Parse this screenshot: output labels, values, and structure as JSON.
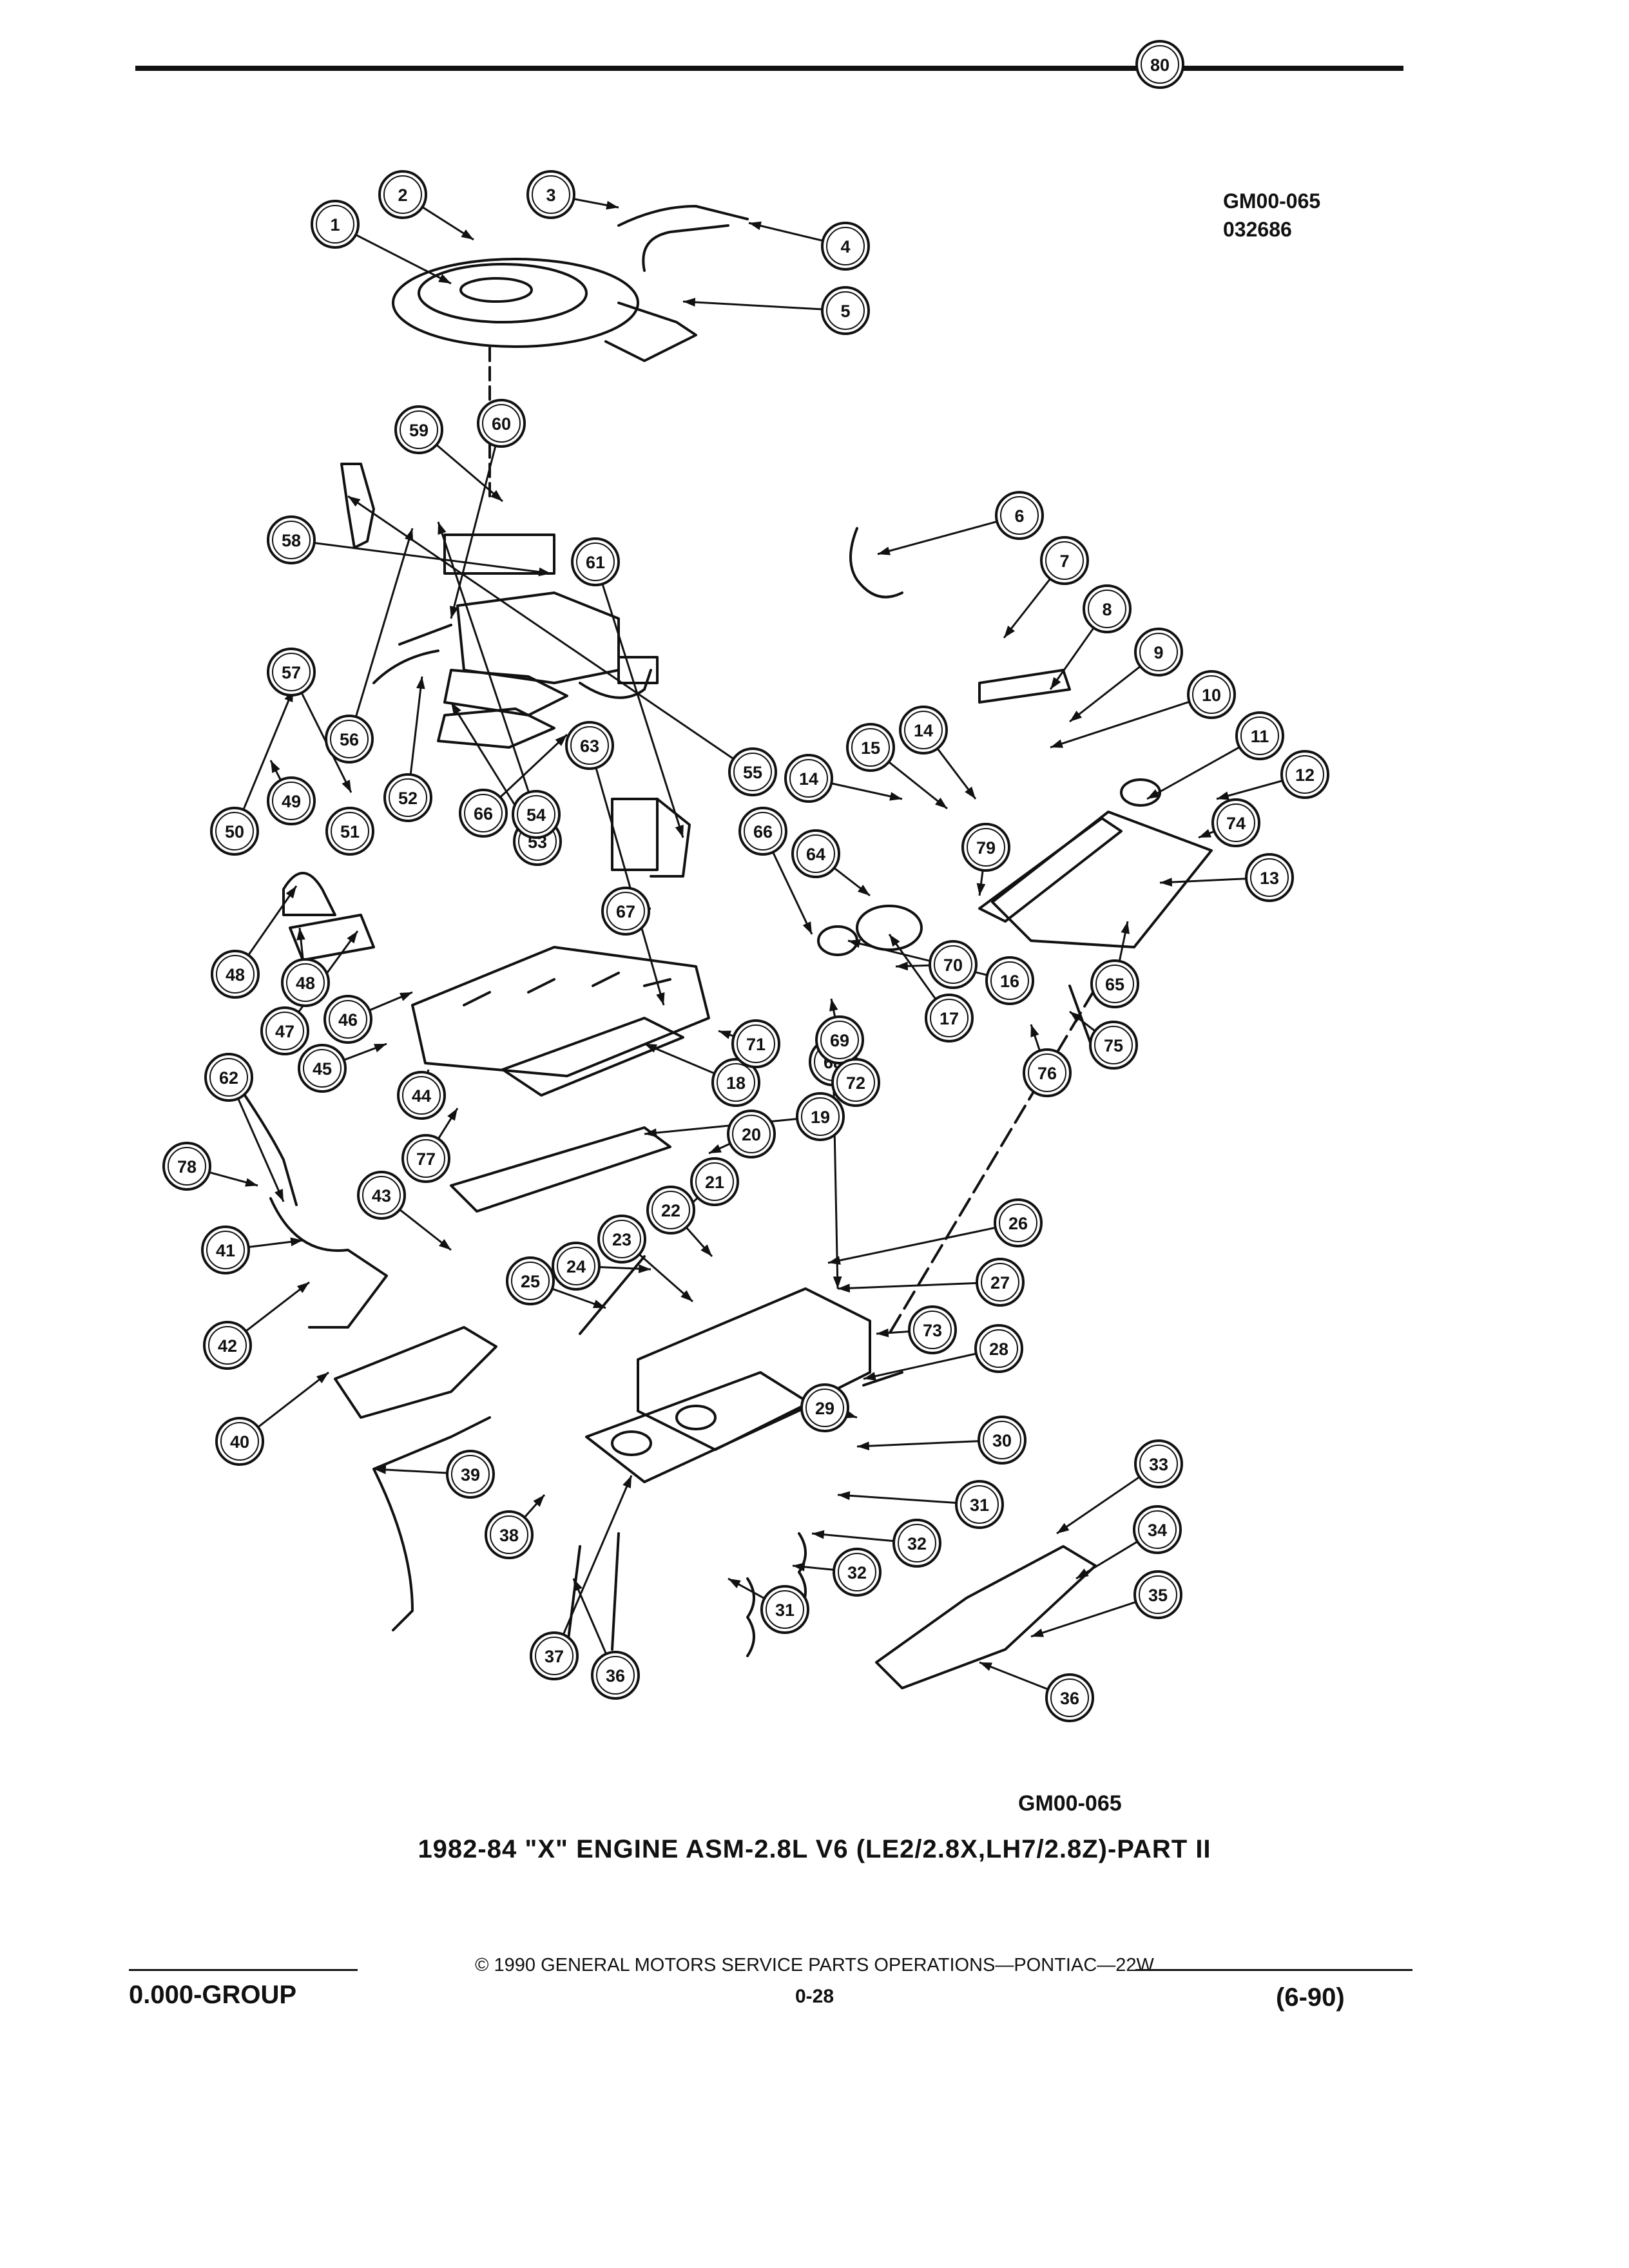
{
  "ref_code_top": "GM00-065",
  "ref_date_code": "032686",
  "caption_code": "GM00-065",
  "caption_title": "1982-84 \"X\" ENGINE ASM-2.8L V6 (LE2/2.8X,LH7/2.8Z)-PART II",
  "footer": {
    "copyright": "© 1990 GENERAL MOTORS SERVICE PARTS OPERATIONS—PONTIAC—22W",
    "group": "0.000-GROUP",
    "page": "0-28",
    "date": "(6-90)"
  },
  "callouts": [
    "1",
    "2",
    "3",
    "4",
    "5",
    "6",
    "7",
    "8",
    "9",
    "10",
    "11",
    "12",
    "13",
    "14",
    "14",
    "15",
    "16",
    "17",
    "18",
    "19",
    "20",
    "21",
    "22",
    "23",
    "24",
    "25",
    "26",
    "27",
    "28",
    "29",
    "30",
    "31",
    "31",
    "32",
    "32",
    "33",
    "34",
    "35",
    "36",
    "36",
    "37",
    "38",
    "39",
    "40",
    "41",
    "42",
    "43",
    "44",
    "45",
    "46",
    "47",
    "48",
    "48",
    "49",
    "50",
    "51",
    "52",
    "53",
    "54",
    "55",
    "56",
    "57",
    "58",
    "59",
    "60",
    "61",
    "62",
    "63",
    "64",
    "65",
    "66",
    "66",
    "67",
    "68",
    "69",
    "70",
    "71",
    "72",
    "73",
    "74",
    "75",
    "76",
    "77",
    "78",
    "79",
    "80"
  ]
}
